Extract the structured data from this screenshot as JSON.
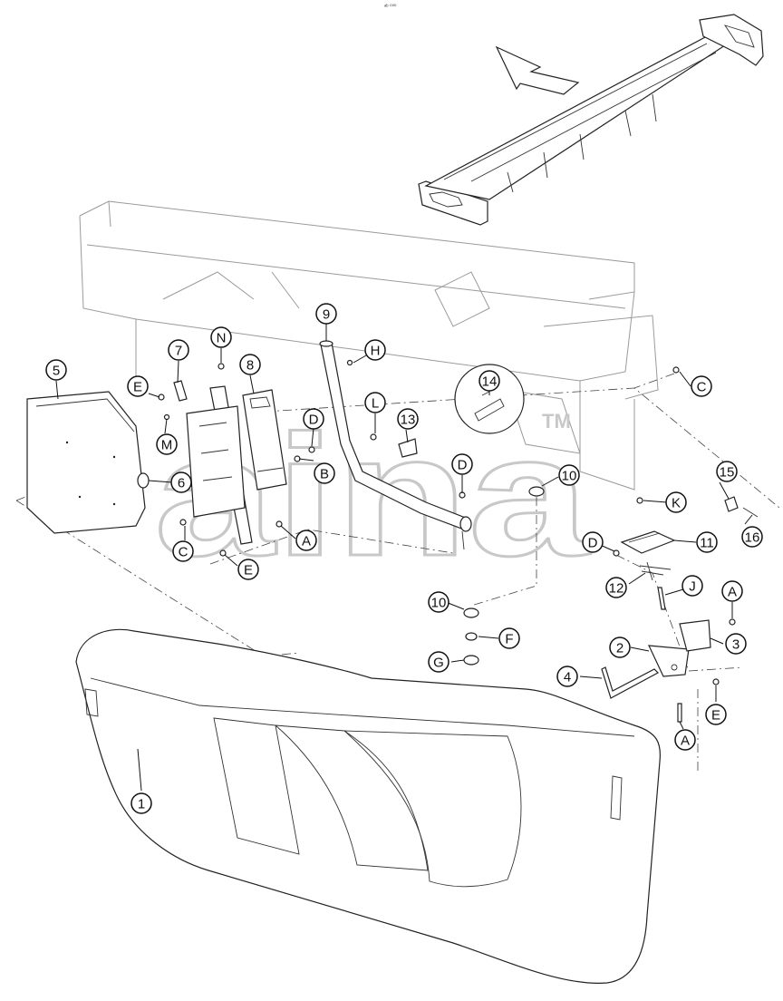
{
  "figure_code": "ᵃᵇ ⁰⁰⁰",
  "watermark": {
    "text": "aina",
    "trademark": "TM"
  },
  "callouts": [
    {
      "id": "c1",
      "label": "1"
    },
    {
      "id": "c2",
      "label": "2"
    },
    {
      "id": "c3",
      "label": "3"
    },
    {
      "id": "c4",
      "label": "4"
    },
    {
      "id": "c5",
      "label": "5"
    },
    {
      "id": "c6",
      "label": "6"
    },
    {
      "id": "c7",
      "label": "7"
    },
    {
      "id": "c8",
      "label": "8"
    },
    {
      "id": "c9",
      "label": "9"
    },
    {
      "id": "c10a",
      "label": "10"
    },
    {
      "id": "c10b",
      "label": "10"
    },
    {
      "id": "c11",
      "label": "11"
    },
    {
      "id": "c12",
      "label": "12"
    },
    {
      "id": "c13",
      "label": "13"
    },
    {
      "id": "c14",
      "label": "14"
    },
    {
      "id": "c15",
      "label": "15"
    },
    {
      "id": "c16",
      "label": "16"
    },
    {
      "id": "cA1",
      "label": "A"
    },
    {
      "id": "cA2",
      "label": "A"
    },
    {
      "id": "cA3",
      "label": "A"
    },
    {
      "id": "cB",
      "label": "B"
    },
    {
      "id": "cC1",
      "label": "C"
    },
    {
      "id": "cC2",
      "label": "C"
    },
    {
      "id": "cD1",
      "label": "D"
    },
    {
      "id": "cD2",
      "label": "D"
    },
    {
      "id": "cD3",
      "label": "D"
    },
    {
      "id": "cE1",
      "label": "E"
    },
    {
      "id": "cE2",
      "label": "E"
    },
    {
      "id": "cE3",
      "label": "E"
    },
    {
      "id": "cF",
      "label": "F"
    },
    {
      "id": "cG",
      "label": "G"
    },
    {
      "id": "cH",
      "label": "H"
    },
    {
      "id": "cJ",
      "label": "J"
    },
    {
      "id": "cK",
      "label": "K"
    },
    {
      "id": "cL",
      "label": "L"
    },
    {
      "id": "cM",
      "label": "M"
    },
    {
      "id": "cN",
      "label": "N"
    }
  ]
}
